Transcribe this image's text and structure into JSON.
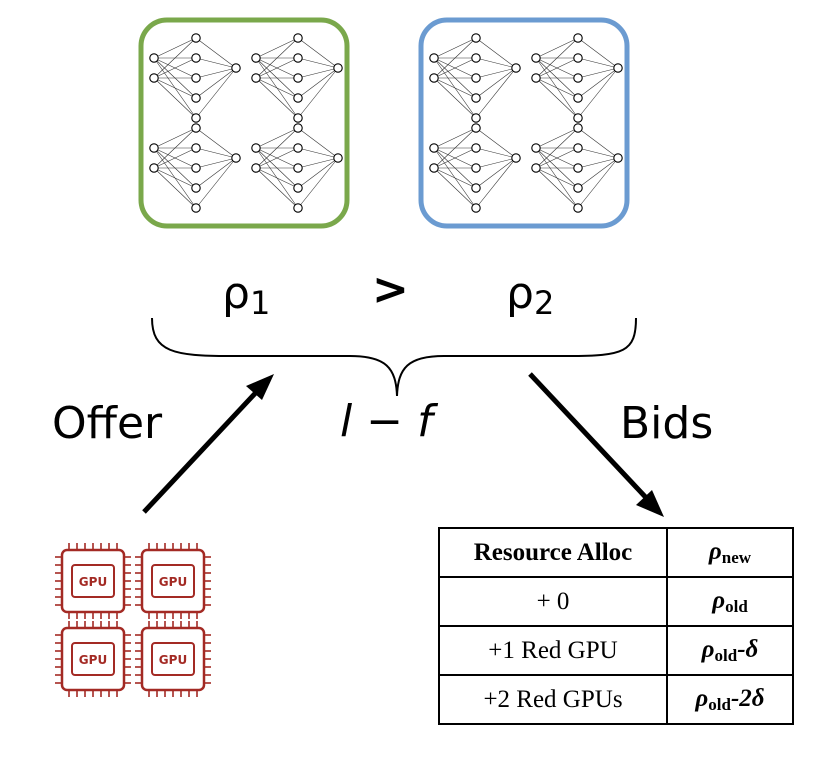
{
  "labels": {
    "rho1": "ρ",
    "rho1_sub": "1",
    "greater": ">",
    "rho2": "ρ",
    "rho2_sub": "2",
    "expr": "l − f",
    "offer": "Offer",
    "bids": "Bids"
  },
  "colors": {
    "model1_border": "#7aa84b",
    "model2_border": "#6b9bd1",
    "gpu": "#a32a24"
  },
  "gpu_label": "GPU",
  "table": {
    "header": {
      "alloc": "Resource Alloc",
      "rho": "ρ",
      "rho_sub": "new"
    },
    "rows": [
      {
        "alloc": "+ 0",
        "rho": "ρ",
        "rho_sub": "old",
        "suffix": ""
      },
      {
        "alloc": "+1 Red GPU",
        "rho": "ρ",
        "rho_sub": "old",
        "suffix": "-δ"
      },
      {
        "alloc": "+2 Red GPUs",
        "rho": "ρ",
        "rho_sub": "old",
        "suffix": "-2δ"
      }
    ]
  }
}
